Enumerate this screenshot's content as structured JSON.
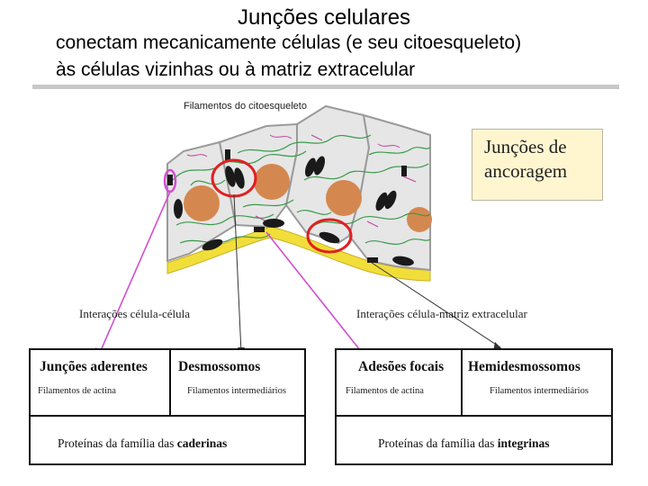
{
  "title": "Junções celulares",
  "subtitle_lines": [
    "conectam mecanicamente células (e seu citoesqueleto)",
    "às células vizinhas ou à matriz extracelular"
  ],
  "figure": {
    "label_filaments": "Filamentos do citoesqueleto",
    "box_label": "Junções de ancoragem",
    "caption_cell_cell": "Interações célula-célula",
    "caption_cell_matrix": "Interações célula-matriz extracelular",
    "tables": [
      {
        "cells": [
          {
            "name": "Junções aderentes",
            "filament": "Filamentos de actina"
          },
          {
            "name": "Desmossomos",
            "filament": "Filamentos intermediários"
          }
        ],
        "protein_prefix": "Proteínas da família das",
        "protein_family": "caderinas"
      },
      {
        "cells": [
          {
            "name": "Adesões focais",
            "filament": "Filamentos de actina"
          },
          {
            "name": "Hemidesmossomos",
            "filament": "Filamentos intermediários"
          }
        ],
        "protein_prefix": "Proteínas da família das",
        "protein_family": "integrinas"
      }
    ],
    "colors": {
      "cell_fill": "#e6e6e6",
      "nucleus": "#d4884f",
      "basal_lamina": "#f2de3a",
      "highlight_circle": "#e02020",
      "magenta_arrow": "#d050d0",
      "box_fill": "#fff6d0"
    }
  }
}
